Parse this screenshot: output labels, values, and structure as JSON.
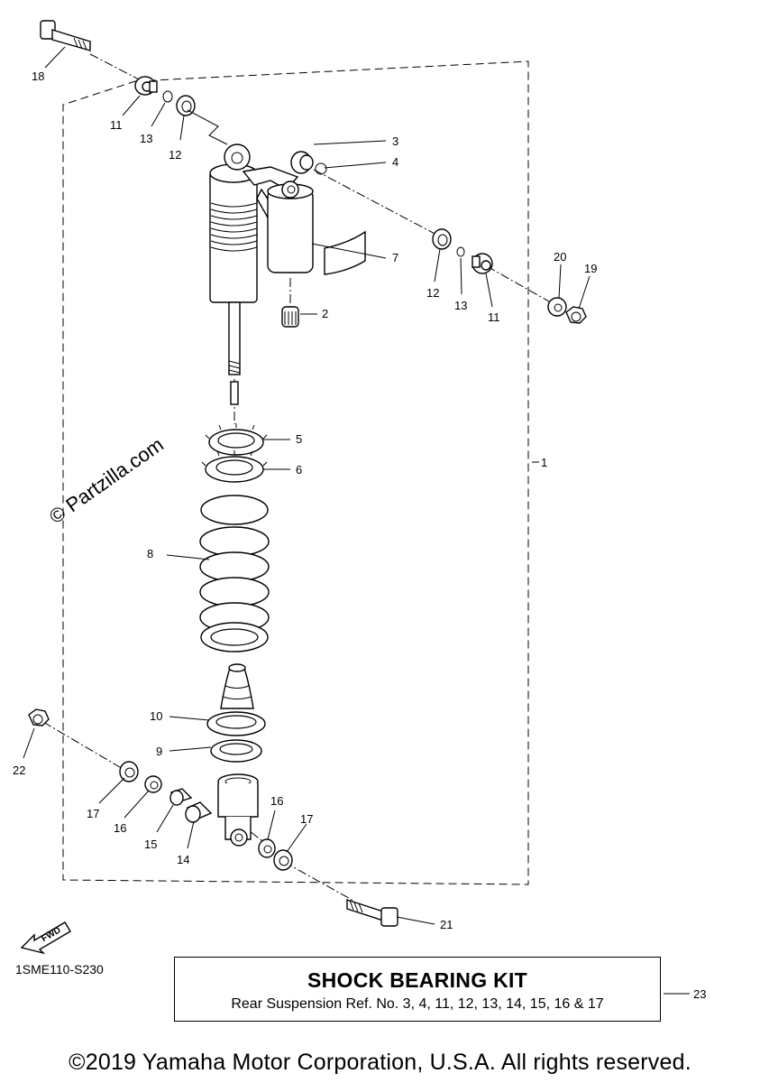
{
  "watermark": "© Partzilla.com",
  "diagram_code": "1SME110-S230",
  "fwd_text": "FWD",
  "kit": {
    "title": "SHOCK BEARING KIT",
    "reference": "Rear Suspension Ref. No. 3, 4, 11, 12, 13, 14, 15, 16 & 17",
    "callout": "23"
  },
  "copyright": "©2019 Yamaha Motor Corporation, U.S.A. All rights reserved.",
  "callouts": [
    "1",
    "2",
    "3",
    "4",
    "5",
    "6",
    "7",
    "8",
    "9",
    "10",
    "11",
    "12",
    "13",
    "14",
    "15",
    "16",
    "17",
    "18",
    "19",
    "20",
    "21",
    "22"
  ]
}
